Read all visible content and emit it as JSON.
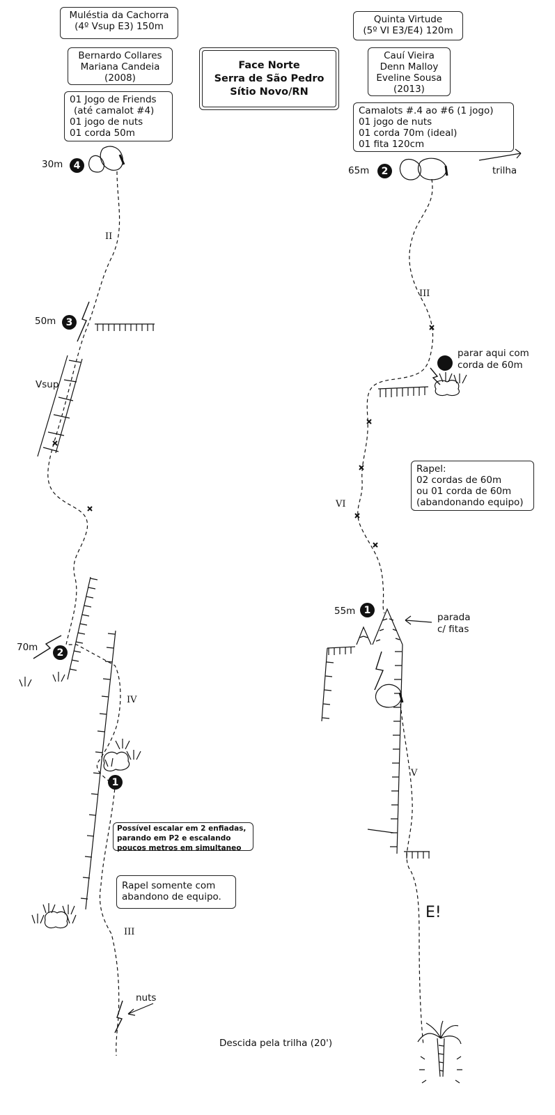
{
  "left_route": {
    "name_lines": [
      "Muléstia da Cachorra",
      "(4º Vsup E3) 150m"
    ],
    "authors_lines": [
      "Bernardo Collares",
      "Mariana Candeia",
      "(2008)"
    ],
    "gear_lines": [
      "01 Jogo de Friends",
      "(até camalot #4)",
      "01 jogo de nuts",
      "01 corda 50m"
    ],
    "belays": [
      {
        "number": "4",
        "length": "30m"
      },
      {
        "number": "3",
        "length": "50m"
      },
      {
        "number": "2",
        "length": "70m"
      },
      {
        "number": "1",
        "length": ""
      }
    ],
    "grades": [
      "II",
      "Vsup",
      "IV",
      "III"
    ],
    "note_climb_lines": [
      "Possível escalar em 2 enfiadas,",
      "parando em P2 e escalando",
      "poucos metros em simultaneo"
    ],
    "note_rappel_lines": [
      "Rapel somente com",
      "abandono de equipo."
    ],
    "nuts_label": "nuts"
  },
  "title_lines": [
    "Face Norte",
    "Serra de São Pedro",
    "Sítio Novo/RN"
  ],
  "right_route": {
    "name_lines": [
      "Quinta Virtude",
      "(5º VI E3/E4) 120m"
    ],
    "authors_lines": [
      "Cauí Vieira",
      "Denn Malloy",
      "Eveline Sousa",
      "(2013)"
    ],
    "gear_lines": [
      "Camalots #.4 ao #6 (1 jogo)",
      "01 jogo de nuts",
      "01 corda 70m (ideal)",
      "01 fita 120cm"
    ],
    "trail_label": "trilha",
    "belays": [
      {
        "number": "2",
        "length": "65m"
      },
      {
        "number": "1",
        "length": "55m"
      }
    ],
    "stop_note_lines": [
      "parar aqui com",
      "corda de 60m"
    ],
    "rappel_lines": [
      "Rapel:",
      "02 cordas de 60m",
      "ou 01 corda de 60m",
      "(abandonando equipo)"
    ],
    "grades": [
      "III",
      "VI",
      "V"
    ],
    "fitas_lines": [
      "parada",
      "c/ fitas"
    ],
    "exposure_mark": "E!"
  },
  "descent_label": "Descida pela trilha (20')"
}
